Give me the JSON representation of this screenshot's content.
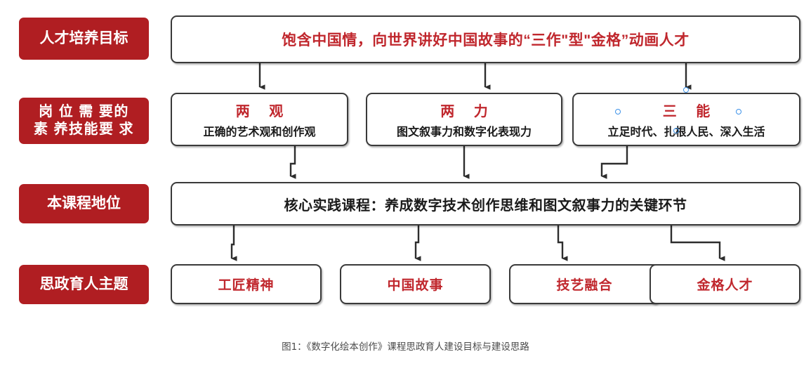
{
  "figure": {
    "caption": "图1：《数字化绘本创作》课程思政育人建设目标与建设思路",
    "accent_red": "#B01E22",
    "text_red": "#C0272D",
    "box_border": "#3a3a3a",
    "handle_color": "#3d92e8"
  },
  "rows": {
    "row1": {
      "tag": "人才培养目标",
      "box": {
        "headline": "饱含中国情，向世界讲好中国故事的“三作\"型\"金格”动画人才"
      }
    },
    "row2": {
      "tag_line1": "岗 位 需 要的",
      "tag_line2": "素 养技能要 求",
      "boxes": [
        {
          "headline": "两  观",
          "sub": "正确的艺术观和创作观"
        },
        {
          "headline": "两  力",
          "sub": "图文叙事力和数字化表现力"
        },
        {
          "headline": "三  能",
          "sub": "立足时代、扎根人民、深入生活",
          "selected": true
        }
      ]
    },
    "row3": {
      "tag": "本课程地位",
      "box": {
        "headline": "核心实践课程：养成数字技术创作思维和图文叙事力的关键环节"
      }
    },
    "row4": {
      "tag": "思政育人主题",
      "boxes": [
        {
          "headline": "工匠精神"
        },
        {
          "headline": "中国故事"
        },
        {
          "headline": "技艺融合"
        },
        {
          "headline": "金格人才"
        }
      ]
    }
  }
}
